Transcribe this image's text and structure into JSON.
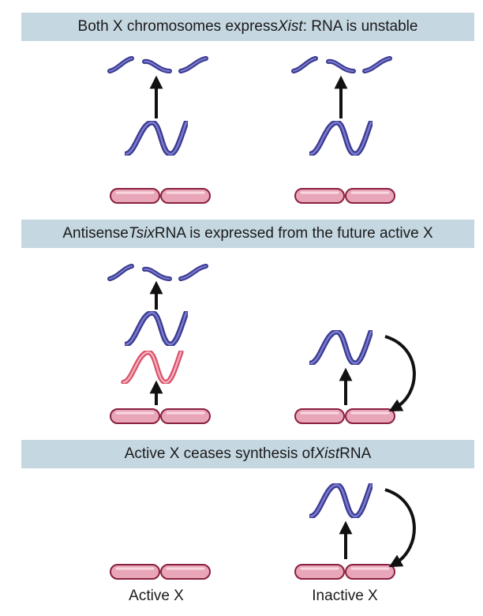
{
  "panels": [
    {
      "prefix": "Both X chromosomes express ",
      "gene": "Xist",
      "suffix": ": RNA is unstable"
    },
    {
      "prefix": "Antisense ",
      "gene": "Tsix",
      "suffix": " RNA is expressed from the future active X"
    },
    {
      "prefix": "Active X ceases synthesis of ",
      "gene": "Xist",
      "suffix": " RNA"
    }
  ],
  "labels": {
    "active": "Active X",
    "inactive": "Inactive X"
  },
  "colors": {
    "banner": "#c5d7e1",
    "xist_rna": "#4a4aa8",
    "tsix_rna": "#e06070",
    "chromosome": "#e9a6b8",
    "chromosome_outline": "#8a2040",
    "arrow": "#111111"
  }
}
